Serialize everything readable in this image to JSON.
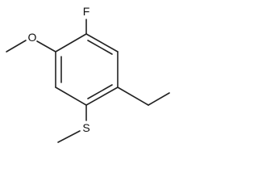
{
  "molecule": {
    "atoms": {
      "fluorine": "F",
      "oxygen": "O",
      "sulfur": "S"
    }
  }
}
